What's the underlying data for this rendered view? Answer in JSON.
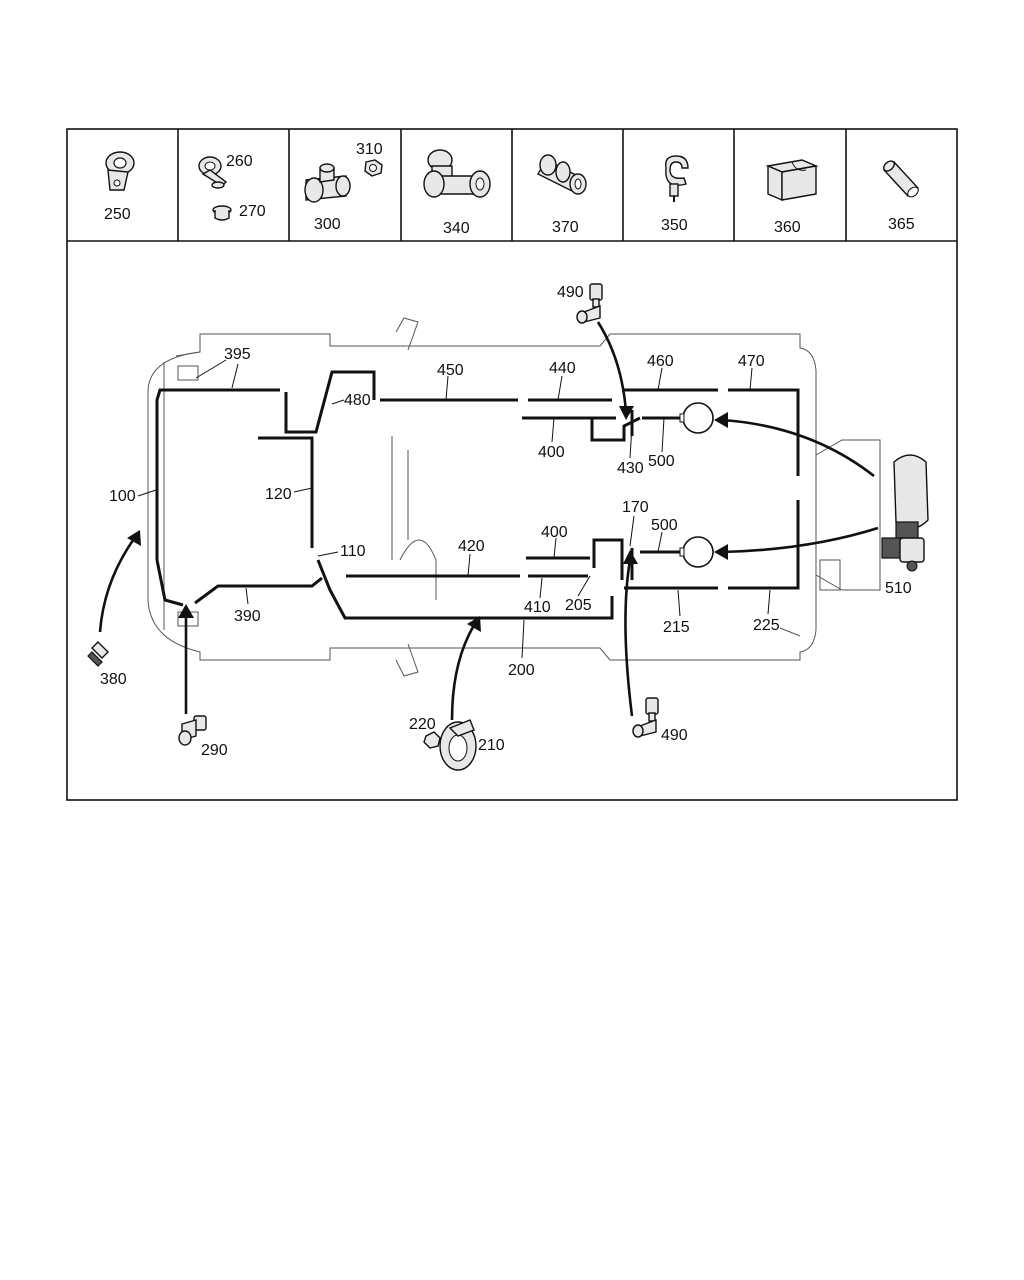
{
  "catalog": {
    "cells": [
      {
        "key": "clip",
        "labels": [
          "250"
        ],
        "icon": "p-clip-icon"
      },
      {
        "key": "clamp",
        "labels": [
          "260",
          "270"
        ],
        "icon": "pipe-clamp-icon"
      },
      {
        "key": "tee_a",
        "labels": [
          "310",
          "300"
        ],
        "icon": "tee-fitting-icon"
      },
      {
        "key": "tee_b",
        "labels": [
          "340"
        ],
        "icon": "tee-union-icon"
      },
      {
        "key": "union",
        "labels": [
          "370"
        ],
        "icon": "straight-union-icon"
      },
      {
        "key": "hook",
        "labels": [
          "350"
        ],
        "icon": "hook-clip-icon"
      },
      {
        "key": "block",
        "labels": [
          "360"
        ],
        "icon": "rubber-block-icon"
      },
      {
        "key": "sleeve",
        "labels": [
          "365"
        ],
        "icon": "sleeve-icon"
      }
    ]
  },
  "callouts": {
    "c490_top": "490",
    "c395": "395",
    "c450": "450",
    "c440": "440",
    "c460": "460",
    "c470": "470",
    "c480": "480",
    "c400_top": "400",
    "c430": "430",
    "c500_top": "500",
    "c100": "100",
    "c120": "120",
    "c110": "110",
    "c420": "420",
    "c400_mid": "400",
    "c170": "170",
    "c500_mid": "500",
    "c390": "390",
    "c410": "410",
    "c205": "205",
    "c215": "215",
    "c225": "225",
    "c200": "200",
    "c510": "510",
    "c380": "380",
    "c290": "290",
    "c220": "220",
    "c210": "210",
    "c490_bot": "490"
  },
  "icons": {
    "screw": "bolt-icon",
    "elbow": "elbow-fitting-icon",
    "clamp": "clamp-with-nut-icon",
    "reservoir": "air-reservoir-valve-icon",
    "tanks": "air-tank-icon"
  }
}
